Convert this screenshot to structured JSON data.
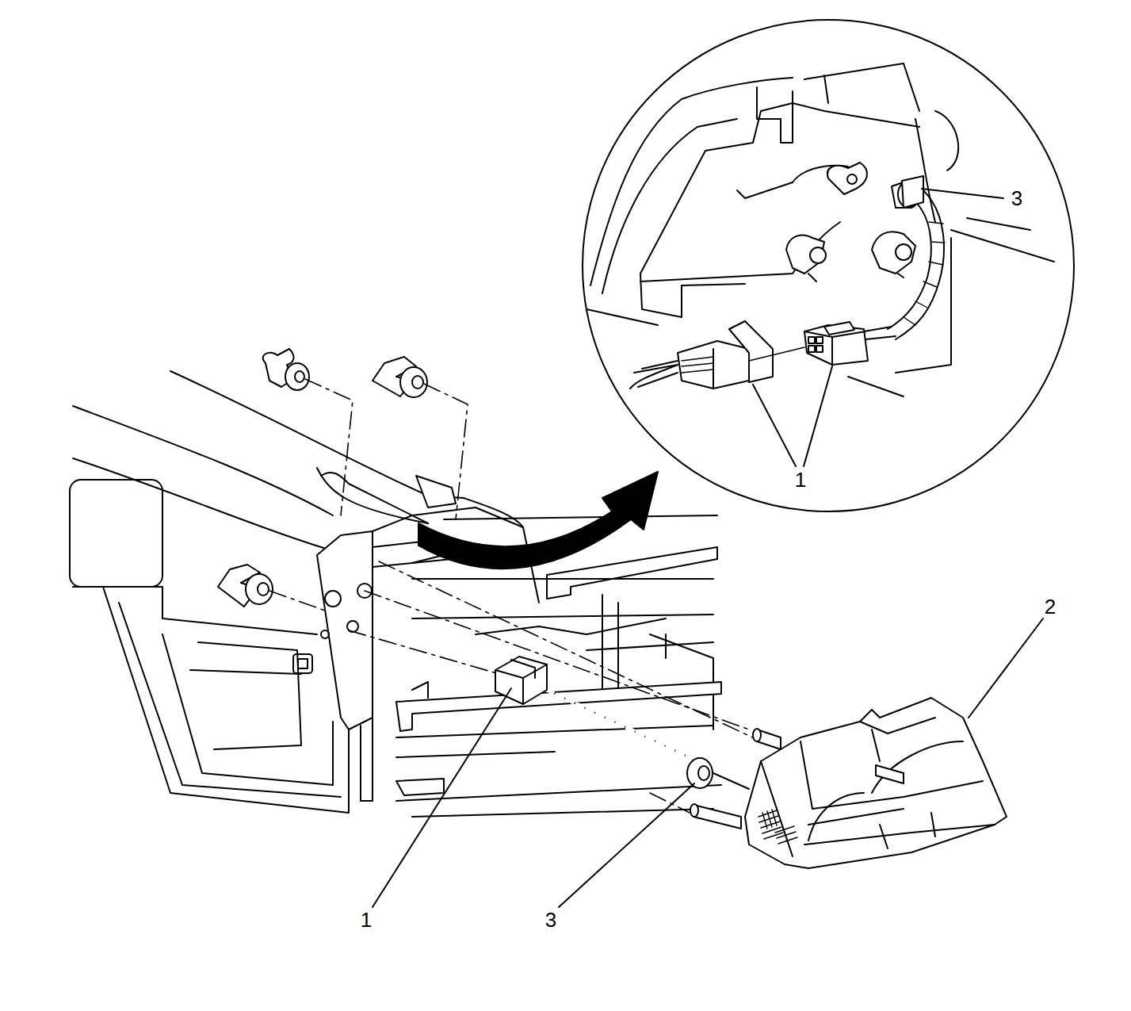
{
  "diagram": {
    "labels": [
      "3",
      "1",
      "2",
      "1",
      "3"
    ]
  }
}
